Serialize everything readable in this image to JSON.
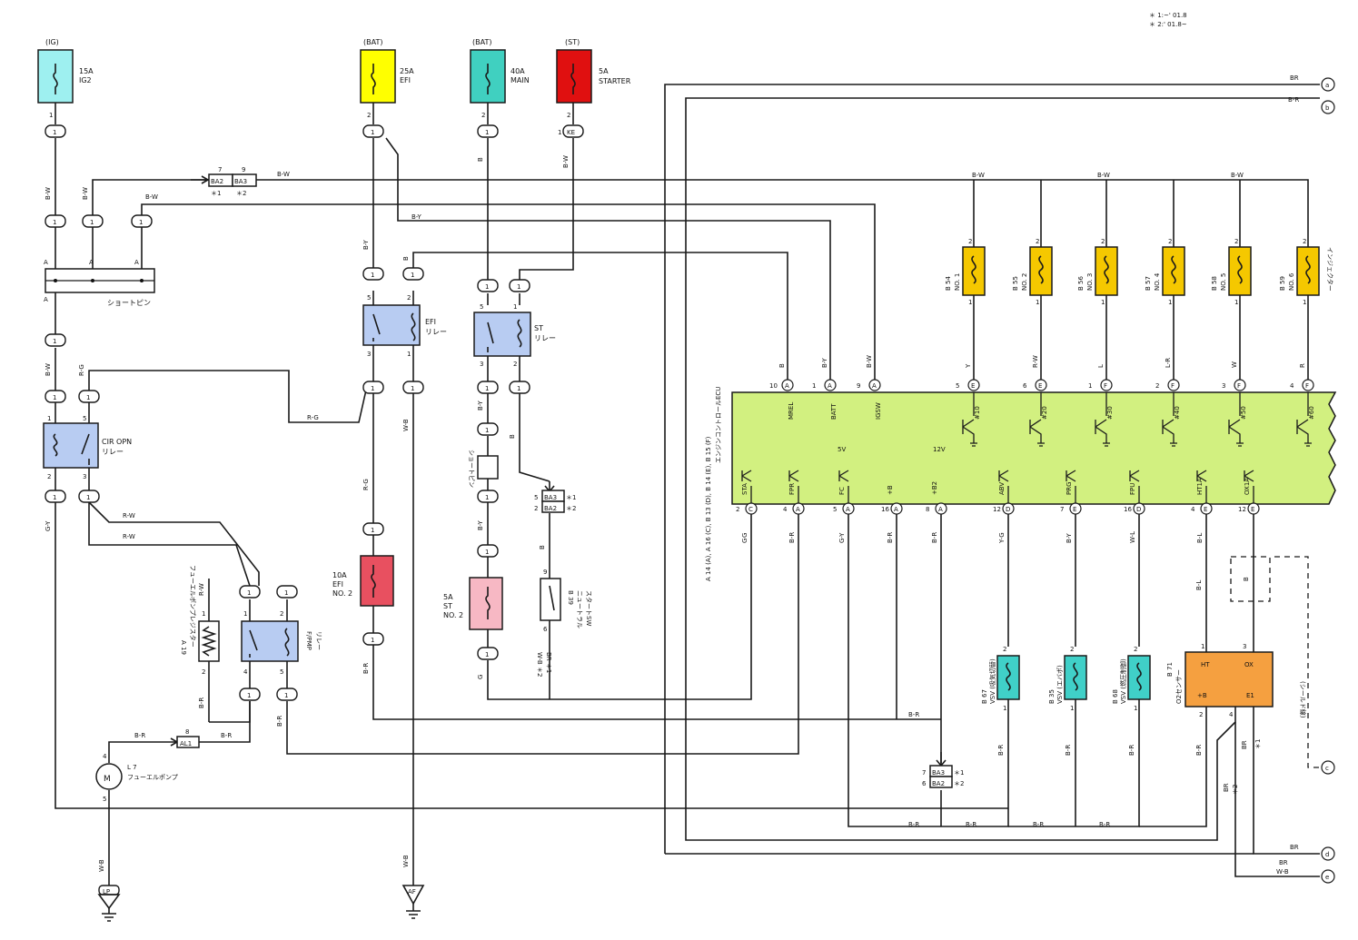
{
  "notes": [
    "＊ 1:~' 01.8",
    "＊ 2:' 01.8~"
  ],
  "colors": {
    "fuse_ig": "#9ef0f0",
    "fuse_efi": "#ffff00",
    "fuse_main": "#40d0c0",
    "fuse_starter": "#e01010",
    "fuse_efi2": "#e85060",
    "fuse_st2": "#f7b8c4",
    "relay": "#b8ccf2",
    "ecu": "#d2f080",
    "injector": "#f5c800",
    "vsv": "#40d0c8",
    "o2": "#f5a040"
  },
  "fuses": {
    "ig2": {
      "source": "(IG)",
      "rating": "15A",
      "name": "IG2"
    },
    "efi": {
      "source": "(BAT)",
      "rating": "25A",
      "name": "EFI"
    },
    "main": {
      "source": "(BAT)",
      "rating": "40A",
      "name": "MAIN"
    },
    "starter": {
      "source": "(ST)",
      "rating": "5A",
      "name": "STARTER"
    },
    "efi2": {
      "rating": "10A",
      "name": "EFI",
      "name2": "NO. 2"
    },
    "st2": {
      "rating": "5A",
      "name": "ST",
      "name2": "NO. 2"
    }
  },
  "relays": {
    "efi": {
      "name": "EFI",
      "sub": "リレー"
    },
    "st": {
      "name": "ST",
      "sub": "リレー"
    },
    "cir": {
      "name": "CIR OPN",
      "sub": "リレー"
    },
    "fpmp": {
      "name": "F/PMP",
      "sub": "リレー"
    }
  },
  "components": {
    "short_pin_a": "ショートピン",
    "short_pin_b": "ショートピン",
    "resistor": {
      "id": "A 19",
      "name": "フューエルポンプレジスター"
    },
    "pump": {
      "id": "L 7",
      "name": "フューエルポンプ",
      "symbol": "M"
    },
    "neutral_sw": {
      "id": "B 39",
      "name": "ニュートラル",
      "name2": "スタートSW"
    },
    "ecu": {
      "ids": "A 14 (A), A 16 (C), B 13 (D), B 14 (E), B 15 (F)",
      "name": "エンジンコントロールECU"
    }
  },
  "connectors": {
    "ba2_ba3_top": [
      "BA2",
      "BA3"
    ],
    "ba3_ba2_mid": [
      "BA3",
      "BA2"
    ],
    "ba3_ba2_bottom": [
      "BA3",
      "BA2"
    ],
    "al1": "AL1",
    "ke": "KE",
    "lp": "LP",
    "af": "AF"
  },
  "ecu_top_pins": [
    {
      "pin": "10",
      "conn": "A",
      "name": "MREL",
      "wire": "B"
    },
    {
      "pin": "1",
      "conn": "A",
      "name": "BATT",
      "wire": "B-Y"
    },
    {
      "pin": "9",
      "conn": "A",
      "name": "IGSW",
      "wire": "B-W"
    },
    {
      "pin": "5",
      "conn": "E",
      "name": "#10",
      "wire": "Y"
    },
    {
      "pin": "6",
      "conn": "E",
      "name": "#20",
      "wire": "R-W"
    },
    {
      "pin": "1",
      "conn": "F",
      "name": "#30",
      "wire": "L"
    },
    {
      "pin": "2",
      "conn": "F",
      "name": "#40",
      "wire": "L-R"
    },
    {
      "pin": "3",
      "conn": "F",
      "name": "#50",
      "wire": "W"
    },
    {
      "pin": "4",
      "conn": "F",
      "name": "#60",
      "wire": "R"
    }
  ],
  "ecu_bottom_pins": [
    {
      "pin": "2",
      "conn": "C",
      "name": "STA",
      "wire": "G"
    },
    {
      "pin": "4",
      "conn": "A",
      "name": "FPR",
      "wire": "B-R"
    },
    {
      "pin": "5",
      "conn": "A",
      "name": "FC",
      "wire": "G-Y"
    },
    {
      "pin": "16",
      "conn": "A",
      "name": "+B",
      "wire": "B-R"
    },
    {
      "pin": "8",
      "conn": "A",
      "name": "+B2",
      "wire": "B-R"
    },
    {
      "pin": "12",
      "conn": "D",
      "name": "ABV",
      "wire": "Y-G"
    },
    {
      "pin": "7",
      "conn": "E",
      "name": "PRG",
      "wire": "B-Y"
    },
    {
      "pin": "16",
      "conn": "D",
      "name": "FPU",
      "wire": "W-L"
    },
    {
      "pin": "4",
      "conn": "E",
      "name": "HT1A",
      "wire": "B-L"
    },
    {
      "pin": "12",
      "conn": "E",
      "name": "OX1A",
      "wire": ""
    }
  ],
  "ecu_voltages": [
    "5V",
    "12V"
  ],
  "injectors": [
    {
      "id": "B 54",
      "no": "NO. 1"
    },
    {
      "id": "B 55",
      "no": "NO. 2"
    },
    {
      "id": "B 56",
      "no": "NO. 3"
    },
    {
      "id": "B 57",
      "no": "NO. 4"
    },
    {
      "id": "B 58",
      "no": "NO. 5"
    },
    {
      "id": "B 59",
      "no": "NO. 6"
    }
  ],
  "injector_label": "インジェクター",
  "vsvs": [
    {
      "id": "B 67",
      "name": "VSV (吸気切替)"
    },
    {
      "id": "B 35",
      "name": "VSV (エバポ)"
    },
    {
      "id": "B 68",
      "name": "VSV (燃圧制御)"
    }
  ],
  "o2": {
    "id": "B 71",
    "name": "O2センサー",
    "pins": [
      "HT",
      "OX",
      "+B",
      "E1"
    ]
  },
  "shield": "(シールド線)",
  "wires": {
    "bw": "B-W",
    "by": "B-Y",
    "br": "B-R",
    "b": "B",
    "rg": "R-G",
    "gy": "G-Y",
    "rw": "R-W",
    "wb": "W-B",
    "g": "G",
    "bl": "B-L",
    "brr": "BR",
    "bR": "B-R"
  },
  "terminals": [
    "a",
    "b",
    "c",
    "d",
    "e"
  ],
  "terminal_wires": {
    "a": "BR",
    "b": "B-R",
    "d": "BR",
    "e1": "BR",
    "e2": "W-B"
  }
}
